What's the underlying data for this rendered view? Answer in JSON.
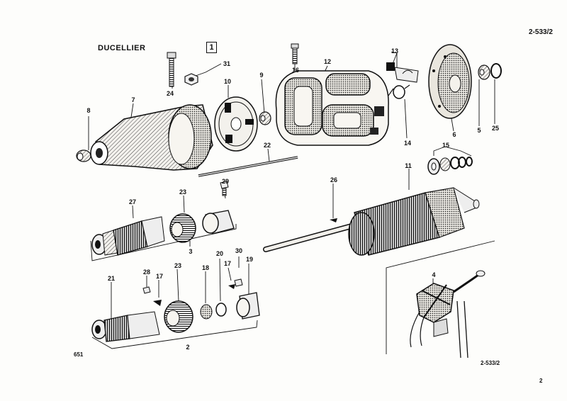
{
  "header": {
    "brand": "DUCELLIER",
    "sheet_code": "2-533/2",
    "box_index": "1"
  },
  "footer": {
    "figure_number": "651",
    "sheet_code": "2-533/2",
    "page_number": "2"
  },
  "callouts": [
    {
      "id": "8",
      "text": "8"
    },
    {
      "id": "7",
      "text": "7"
    },
    {
      "id": "24",
      "text": "24"
    },
    {
      "id": "31",
      "text": "31"
    },
    {
      "id": "10",
      "text": "10"
    },
    {
      "id": "9",
      "text": "9"
    },
    {
      "id": "16",
      "text": "16"
    },
    {
      "id": "12",
      "text": "12"
    },
    {
      "id": "13",
      "text": "13"
    },
    {
      "id": "14",
      "text": "14"
    },
    {
      "id": "6",
      "text": "6"
    },
    {
      "id": "5",
      "text": "5"
    },
    {
      "id": "25",
      "text": "25"
    },
    {
      "id": "22",
      "text": "22"
    },
    {
      "id": "15",
      "text": "15"
    },
    {
      "id": "11",
      "text": "11"
    },
    {
      "id": "26",
      "text": "26"
    },
    {
      "id": "29",
      "text": "29"
    },
    {
      "id": "27",
      "text": "27"
    },
    {
      "id": "23a",
      "text": "23"
    },
    {
      "id": "3",
      "text": "3"
    },
    {
      "id": "28",
      "text": "28"
    },
    {
      "id": "17a",
      "text": "17"
    },
    {
      "id": "21",
      "text": "21"
    },
    {
      "id": "23b",
      "text": "23"
    },
    {
      "id": "18",
      "text": "18"
    },
    {
      "id": "20",
      "text": "20"
    },
    {
      "id": "30",
      "text": "30"
    },
    {
      "id": "17b",
      "text": "17"
    },
    {
      "id": "19",
      "text": "19"
    },
    {
      "id": "2",
      "text": "2"
    },
    {
      "id": "4",
      "text": "4"
    }
  ]
}
